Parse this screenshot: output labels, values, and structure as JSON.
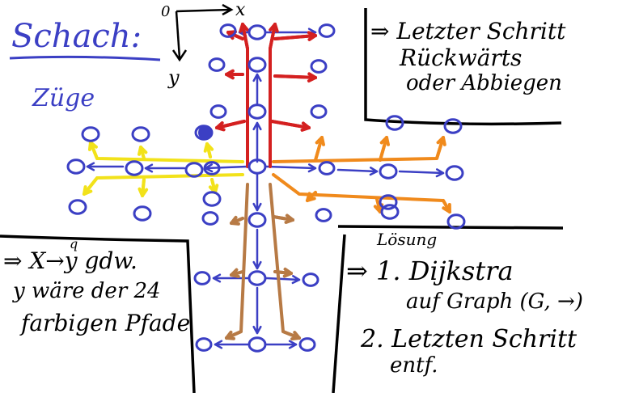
{
  "title": "Schach:",
  "subtitle": "Züge",
  "axes": {
    "origin": "0",
    "x": "x",
    "y": "y"
  },
  "note_top_right": [
    "⇒ Letzter Schritt",
    "Rückwärts",
    "oder Abbiegen"
  ],
  "note_bottom_left": [
    "⇒ X→y gdw.",
    "y wäre der 24",
    "farbigen Pfade"
  ],
  "note_bottom_left_mark": "q",
  "solution_title": "Lösung",
  "solution_lines": [
    "⇒ 1. Dijkstra",
    "auf Graph (G, →)",
    "2. Letzten Schritt",
    "entf."
  ],
  "colors": {
    "ink_blue": "#3b3fc4",
    "red": "#d42020",
    "orange": "#f08a1c",
    "yellow": "#f2e21a",
    "brown": "#b77a45",
    "black": "#000000"
  }
}
